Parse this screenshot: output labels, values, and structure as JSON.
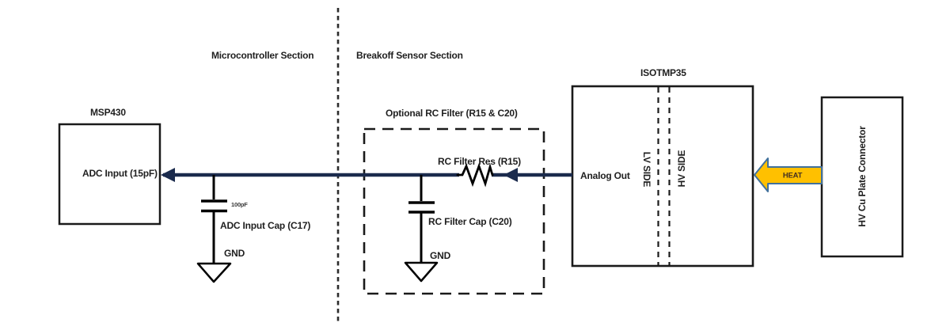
{
  "sections": {
    "microcontroller": "Microcontroller Section",
    "breakoff_sensor": "Breakoff Sensor Section"
  },
  "msp430": {
    "title": "MSP430",
    "pin": "ADC Input (15pF)"
  },
  "adc_cap": {
    "value": "100pF",
    "label": "ADC Input Cap (C17)",
    "gnd": "GND"
  },
  "rc_filter": {
    "title": "Optional RC Filter (R15 & C20)",
    "res": "RC Filter Res (R15)",
    "cap": "RC Filter Cap (C20)",
    "gnd": "GND"
  },
  "isotmp35": {
    "title": "ISOTMP35",
    "analog_out": "Analog Out",
    "lv": "LV SIDE",
    "hv": "HV SIDE"
  },
  "connector": {
    "label": "HV Cu Plate Connector"
  },
  "heat": {
    "label": "HEAT",
    "fill": "#FFC000",
    "stroke": "#41719C",
    "text_color": "#433022"
  },
  "colors": {
    "wire": "#1B2B4D",
    "component": "#000000",
    "box_border": "#1A1A1A",
    "text": "#1F1F1F"
  }
}
